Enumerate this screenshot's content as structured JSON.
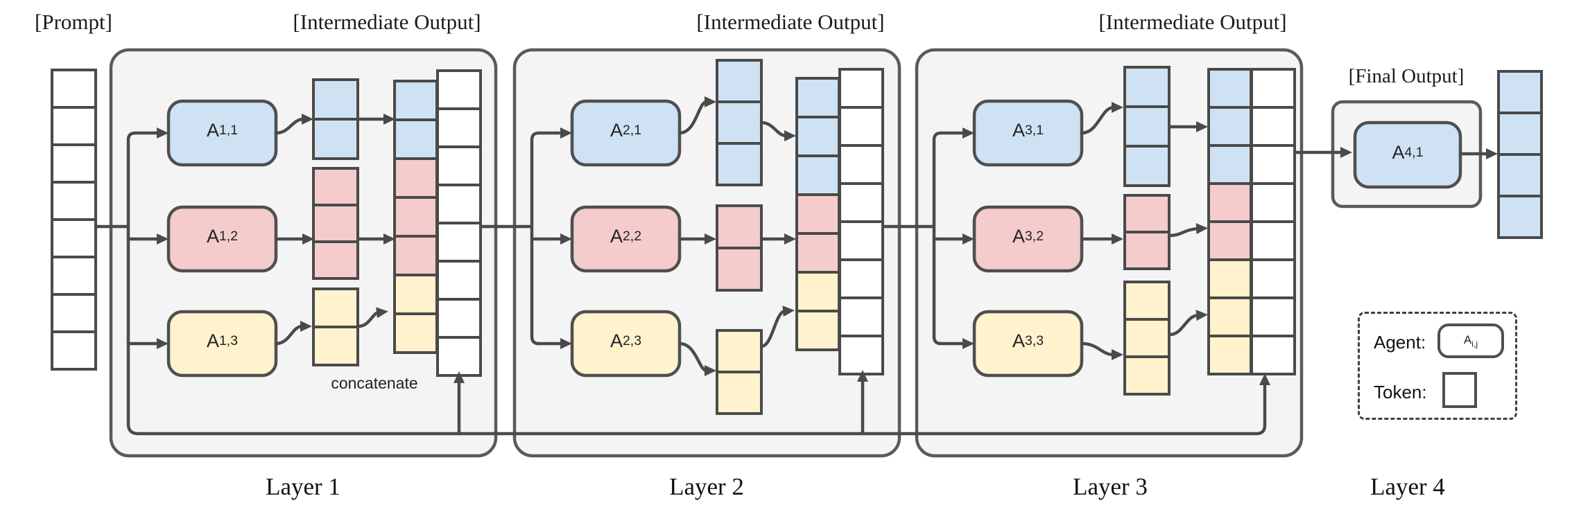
{
  "labels": {
    "prompt_header": "[Prompt]",
    "concatenate_annotation": "concatenate"
  },
  "colors": {
    "agent_blue": "#cfe2f3",
    "agent_pink": "#f4cccc",
    "agent_yellow": "#fff2cc",
    "token_white": "#ffffff",
    "layer_fill": "#f4f4f4",
    "box_border": "#5a5a5a",
    "wire": "#4a4a4a",
    "text": "#1b1b1b"
  },
  "prompt_column": {
    "cells": 8,
    "color": "white"
  },
  "layers": [
    {
      "label": "Layer 1",
      "header": "[Intermediate Output]",
      "agents": [
        {
          "name": "A",
          "sub": "1,1",
          "color": "blue"
        },
        {
          "name": "A",
          "sub": "1,2",
          "color": "pink"
        },
        {
          "name": "A",
          "sub": "1,3",
          "color": "yellow"
        }
      ],
      "agent_output_columns": [
        {
          "color": "blue",
          "cells": 2
        },
        {
          "color": "pink",
          "cells": 3
        },
        {
          "color": "yellow",
          "cells": 2
        }
      ],
      "concat_column_segments": [
        {
          "color": "blue",
          "cells": 2
        },
        {
          "color": "pink",
          "cells": 3
        },
        {
          "color": "yellow",
          "cells": 2
        }
      ],
      "context_column": {
        "cells": 8,
        "color": "white"
      },
      "annotation": "concatenate"
    },
    {
      "label": "Layer 2",
      "header": "[Intermediate Output]",
      "agents": [
        {
          "name": "A",
          "sub": "2,1",
          "color": "blue"
        },
        {
          "name": "A",
          "sub": "2,2",
          "color": "pink"
        },
        {
          "name": "A",
          "sub": "2,3",
          "color": "yellow"
        }
      ],
      "agent_output_columns": [
        {
          "color": "blue",
          "cells": 3
        },
        {
          "color": "pink",
          "cells": 2
        },
        {
          "color": "yellow",
          "cells": 2
        }
      ],
      "concat_column_segments": [
        {
          "color": "blue",
          "cells": 3
        },
        {
          "color": "pink",
          "cells": 2
        },
        {
          "color": "yellow",
          "cells": 2
        }
      ],
      "context_column": {
        "cells": 8,
        "color": "white"
      },
      "annotation": ""
    },
    {
      "label": "Layer 3",
      "header": "[Intermediate Output]",
      "agents": [
        {
          "name": "A",
          "sub": "3,1",
          "color": "blue"
        },
        {
          "name": "A",
          "sub": "3,2",
          "color": "pink"
        },
        {
          "name": "A",
          "sub": "3,3",
          "color": "yellow"
        }
      ],
      "agent_output_columns": [
        {
          "color": "blue",
          "cells": 3
        },
        {
          "color": "pink",
          "cells": 2
        },
        {
          "color": "yellow",
          "cells": 3
        }
      ],
      "concat_column_segments": [
        {
          "color": "blue",
          "cells": 3
        },
        {
          "color": "pink",
          "cells": 2
        },
        {
          "color": "yellow",
          "cells": 3
        }
      ],
      "context_column": {
        "cells": 8,
        "color": "white"
      },
      "annotation": ""
    }
  ],
  "final_layer": {
    "label": "Layer 4",
    "header": "[Final Output]",
    "agent": {
      "name": "A",
      "sub": "4,1",
      "color": "blue"
    },
    "output_column": {
      "cells": 4,
      "color": "blue"
    }
  },
  "legend": {
    "agent_label": "Agent:",
    "agent_symbol": {
      "name": "A",
      "sub": "i,j"
    },
    "token_label": "Token:"
  }
}
